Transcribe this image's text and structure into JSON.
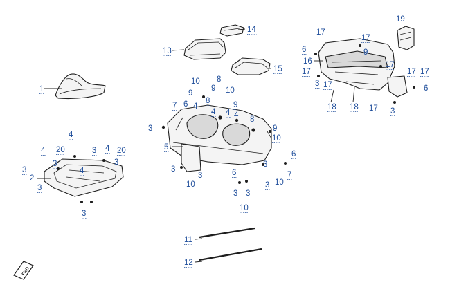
{
  "figure": {
    "type": "exploded parts diagram",
    "brand_mark_text": "FRD",
    "callout_color": "#1f4e9b",
    "callouts": [
      "1",
      "2",
      "3",
      "4",
      "5",
      "6",
      "7",
      "8",
      "9",
      "10",
      "11",
      "12",
      "13",
      "14",
      "15",
      "16",
      "17",
      "18",
      "19",
      "20"
    ]
  }
}
